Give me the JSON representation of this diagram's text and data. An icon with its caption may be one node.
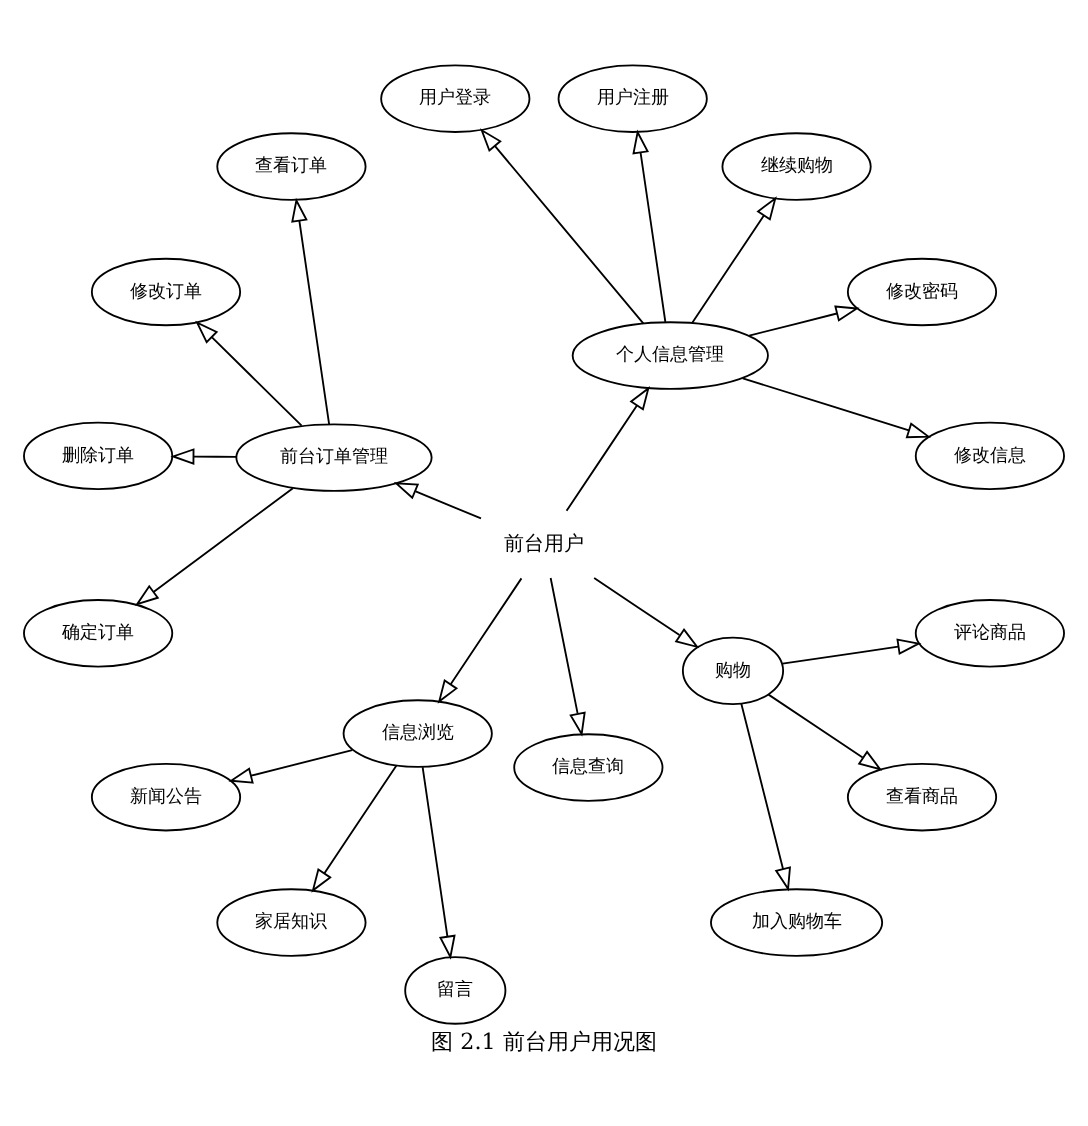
{
  "diagram": {
    "caption": "图 2.1 前台用户用况图",
    "nodes": [
      {
        "text": [
          "前台用户"
        ]
      },
      {
        "text": [
          "个人信息管理"
        ]
      },
      {
        "text": [
          "修改信息"
        ]
      },
      {
        "text": [
          "修改密码"
        ]
      },
      {
        "text": [
          "继续购物"
        ]
      },
      {
        "text": [
          "用户注册"
        ]
      },
      {
        "text": [
          "用户登录"
        ]
      },
      {
        "text": [
          "前台订单管理"
        ]
      },
      {
        "text": [
          "查看订单"
        ]
      },
      {
        "text": [
          "修改订单"
        ]
      },
      {
        "text": [
          "删除订单"
        ]
      },
      {
        "text": [
          "确定订单"
        ]
      },
      {
        "text": [
          "信息浏览"
        ]
      },
      {
        "text": [
          "新闻公告"
        ]
      },
      {
        "text": [
          "家居知识"
        ]
      },
      {
        "text": [
          "留言"
        ]
      },
      {
        "text": [
          "信息查询"
        ]
      },
      {
        "text": [
          "购物"
        ]
      },
      {
        "text": [
          "加入购物车"
        ]
      },
      {
        "text": [
          "查看商品"
        ]
      },
      {
        "text": [
          "评论商品"
        ]
      }
    ],
    "edges": [
      {
        "from": 0,
        "to": 1,
        "arrow": "to"
      },
      {
        "from": 0,
        "to": 7,
        "arrow": "to"
      },
      {
        "from": 0,
        "to": 12,
        "arrow": "to"
      },
      {
        "from": 0,
        "to": 16,
        "arrow": "to"
      },
      {
        "from": 0,
        "to": 17,
        "arrow": "to"
      },
      {
        "from": 1,
        "to": 2,
        "arrow": "to"
      },
      {
        "from": 1,
        "to": 3,
        "arrow": "to"
      },
      {
        "from": 1,
        "to": 4,
        "arrow": "to"
      },
      {
        "from": 1,
        "to": 5,
        "arrow": "to"
      },
      {
        "from": 1,
        "to": 6,
        "arrow": "to"
      },
      {
        "from": 7,
        "to": 8,
        "arrow": "to"
      },
      {
        "from": 7,
        "to": 9,
        "arrow": "to"
      },
      {
        "from": 7,
        "to": 10,
        "arrow": "to"
      },
      {
        "from": 7,
        "to": 11,
        "arrow": "to"
      },
      {
        "from": 12,
        "to": 13,
        "arrow": "to"
      },
      {
        "from": 12,
        "to": 14,
        "arrow": "to"
      },
      {
        "from": 12,
        "to": 15,
        "arrow": "to"
      },
      {
        "from": 17,
        "to": 18,
        "arrow": "to"
      },
      {
        "from": 17,
        "to": 19,
        "arrow": "to"
      },
      {
        "from": 17,
        "to": 20,
        "arrow": "to"
      }
    ]
  }
}
